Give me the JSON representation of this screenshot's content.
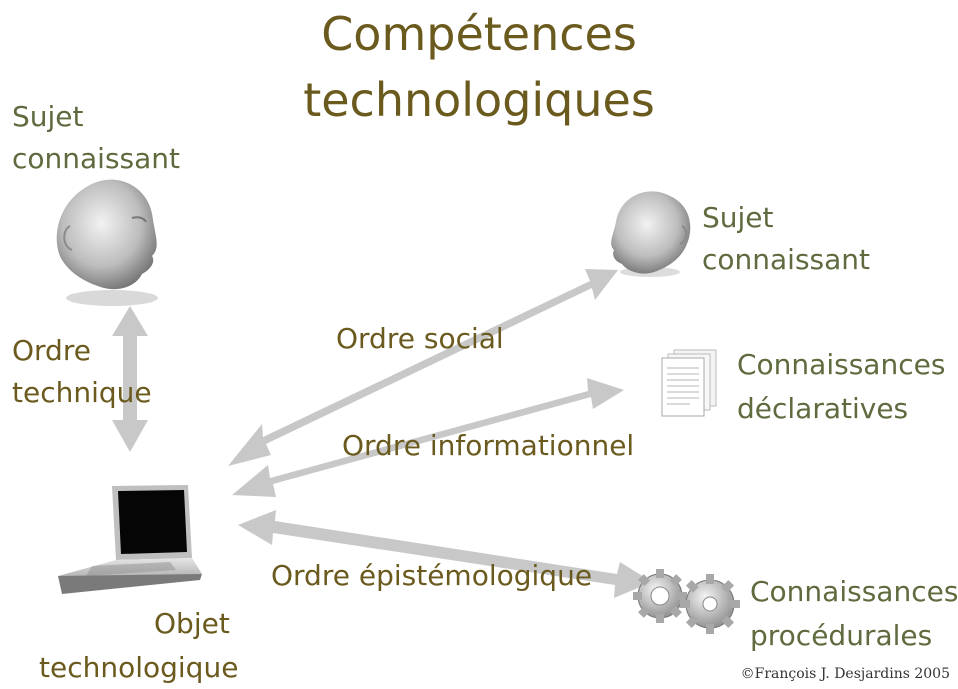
{
  "title": {
    "line1": "Compétences",
    "line2": "technologiques"
  },
  "left_subject": {
    "line1": "Sujet",
    "line2": "connaissant"
  },
  "right_subject": {
    "line1": "Sujet",
    "line2": "connaissant"
  },
  "order_technique": {
    "line1": "Ordre",
    "line2": "technique"
  },
  "order_social": "Ordre social",
  "order_informationnel": "Ordre informationnel",
  "order_epistemologique": "Ordre épistémologique",
  "object": {
    "line1": "Objet",
    "line2": "technologique"
  },
  "declaratives": {
    "line1": "Connaissances",
    "line2": "déclaratives"
  },
  "procedurales": {
    "line1": "Connaissances",
    "line2": "procédurales"
  },
  "credit": "©François J. Desjardins 2005",
  "colors": {
    "title": "#6b5a1e",
    "label": "#5f6b3f",
    "arrow": "#c8c8c8"
  }
}
